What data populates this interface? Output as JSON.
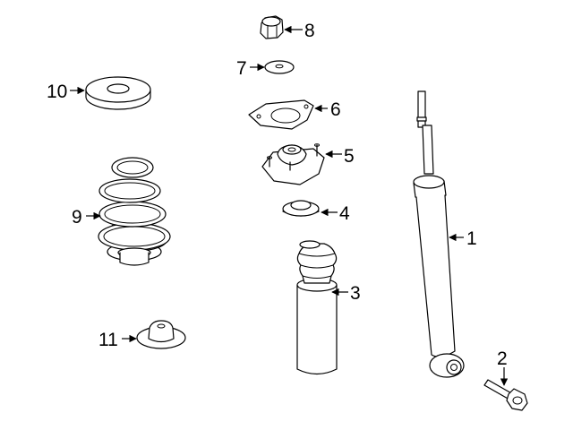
{
  "colors": {
    "line": "#000000",
    "fill": "#ffffff",
    "background": "#ffffff"
  },
  "callouts": {
    "shock_absorber": "1",
    "mounting_bolt": "2",
    "dust_boot": "3",
    "bump_stop_seat": "4",
    "upper_mount": "5",
    "mount_gasket": "6",
    "washer": "7",
    "nut": "8",
    "coil_spring": "9",
    "upper_insulator": "10",
    "lower_insulator": "11"
  }
}
